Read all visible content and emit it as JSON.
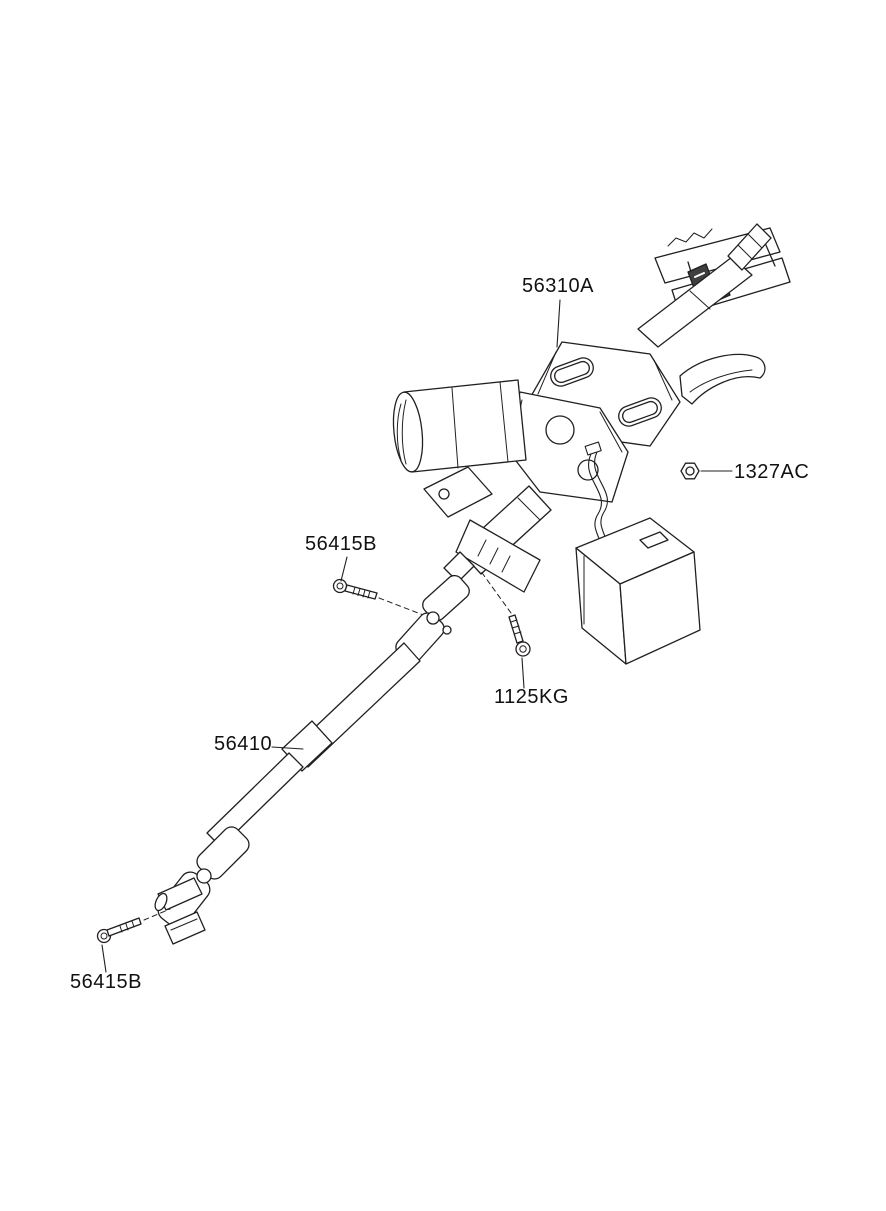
{
  "diagram": {
    "type": "parts-diagram",
    "background": "#ffffff",
    "line_color": "#231f20",
    "label_color": "#111111",
    "labels": [
      {
        "id": "56310A",
        "text": "56310A"
      },
      {
        "id": "1327AC",
        "text": "1327AC"
      },
      {
        "id": "56415B_upper",
        "text": "56415B"
      },
      {
        "id": "1125KG",
        "text": "1125KG"
      },
      {
        "id": "56410",
        "text": "56410"
      },
      {
        "id": "56415B_lower",
        "text": "56415B"
      }
    ]
  }
}
